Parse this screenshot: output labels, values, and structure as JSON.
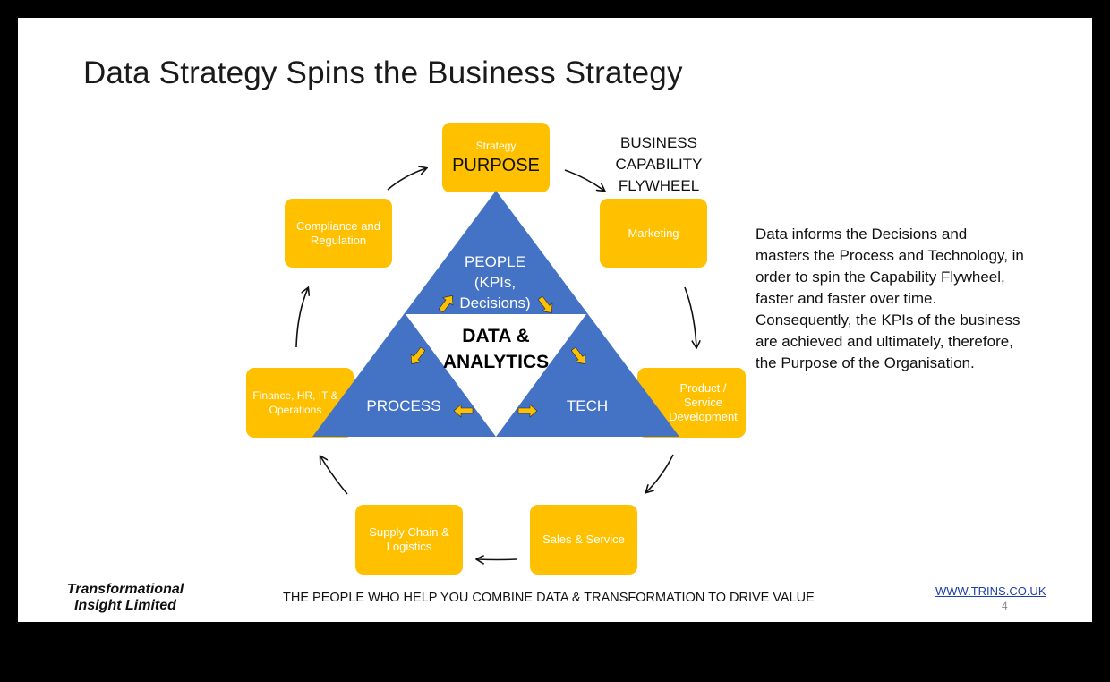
{
  "title": "Data Strategy Spins the Business Strategy",
  "flywheel_label": [
    "BUSINESS",
    "CAPABILITY",
    "FLYWHEEL"
  ],
  "boxes": {
    "strategy": {
      "top": "Strategy",
      "main": "PURPOSE"
    },
    "marketing": "Marketing",
    "product": [
      "Product / Service",
      "Development"
    ],
    "sales": "Sales & Service",
    "supply": [
      "Supply Chain &",
      "Logistics"
    ],
    "finance": [
      "Finance, HR, IT &",
      "Operations"
    ],
    "compliance": [
      "Compliance and",
      "Regulation"
    ]
  },
  "triangle": {
    "people": [
      "PEOPLE",
      "(KPIs,",
      "Decisions)"
    ],
    "process": "PROCESS",
    "tech": "TECH",
    "center": [
      "DATA &",
      "ANALYTICS"
    ]
  },
  "description": "Data informs the Decisions and masters the Process and Technology, in order to spin the Capability Flywheel, faster and faster over time.  Consequently, the KPIs of the business are achieved and ultimately, therefore, the Purpose of the Organisation.",
  "footer": {
    "logo": [
      "Transformational",
      "Insight Limited"
    ],
    "tagline": "THE PEOPLE WHO HELP YOU COMBINE DATA & TRANSFORMATION TO DRIVE VALUE",
    "url": "WWW.TRINS.CO.UK",
    "page": "4"
  },
  "colors": {
    "accent": "#FFC000",
    "triangle": "#4472C4",
    "background": "#FFFFFF"
  }
}
